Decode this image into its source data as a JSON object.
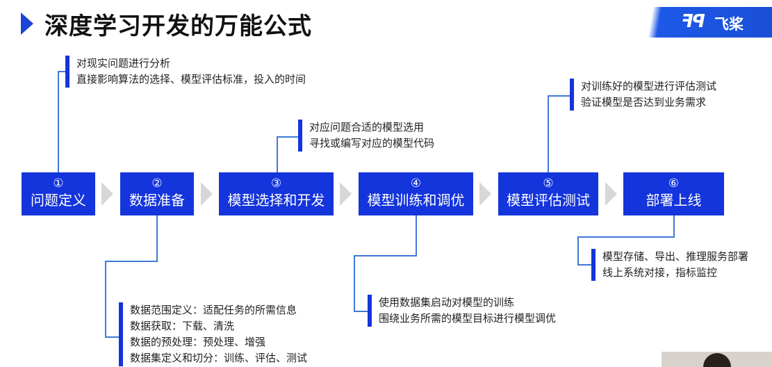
{
  "title": "深度学习开发的万能公式",
  "logo": {
    "mark": "ꟻꟼ",
    "text": "飞桨",
    "icon": "paddlepaddle-logo-icon"
  },
  "steps": [
    {
      "num": "①",
      "label": "问题定义"
    },
    {
      "num": "②",
      "label": "数据准备"
    },
    {
      "num": "③",
      "label": "模型选择和开发"
    },
    {
      "num": "④",
      "label": "模型训练和调优"
    },
    {
      "num": "⑤",
      "label": "模型评估测试"
    },
    {
      "num": "⑥",
      "label": "部署上线"
    }
  ],
  "notes": {
    "n1": [
      "对现实问题进行分析",
      "直接影响算法的选择、模型评估标准，投入的时间"
    ],
    "n2": [
      "数据范围定义：适配任务的所需信息",
      "数据获取：下载、清洗",
      "数据的预处理：预处理、增强",
      "数据集定义和切分：训练、评估、测试"
    ],
    "n3": [
      "对应问题合适的模型选用",
      "寻找或编写对应的模型代码"
    ],
    "n4": [
      "使用数据集启动对模型的训练",
      "围绕业务所需的模型目标进行模型调优"
    ],
    "n5": [
      "对训练好的模型进行评估测试",
      "验证模型是否达到业务需求"
    ],
    "n6": [
      "模型存储、导出、推理服务部署",
      "线上系统对接，指标监控"
    ]
  },
  "colors": {
    "accent": "#1434dc",
    "connector": "#3f78d8",
    "arrow": "#d7d7d7"
  }
}
